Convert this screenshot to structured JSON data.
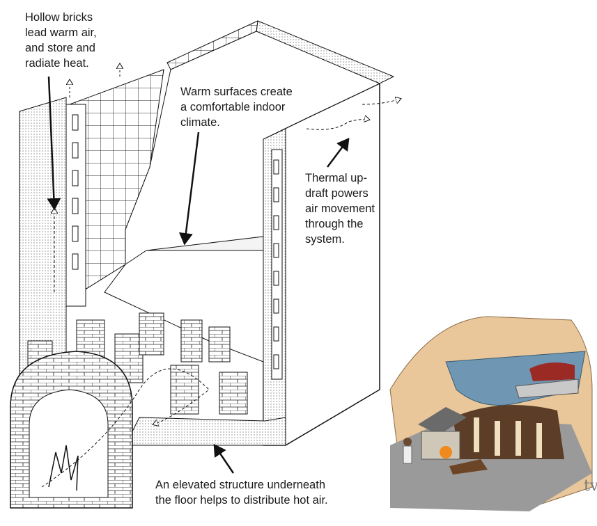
{
  "labels": {
    "hollow_bricks": "Hollow bricks\nlead warm air,\nand store and\nradiate heat.",
    "warm_surfaces": "Warm surfaces create\na comfortable indoor\nclimate.",
    "thermal_updraft": "Thermal up-\ndraft powers\nair movement\nthrough the\nsystem.",
    "elevated_structure": "An elevated structure underneath\nthe floor helps to distribute hot air."
  },
  "watermark": "tv",
  "colors": {
    "line": "#1a1a1a",
    "stipple": "#e8e8e8",
    "inset_wall": "#e9c79a",
    "inset_pool": "#6f97b3",
    "inset_floor": "#9a9a9a",
    "fire": "#f08a1c"
  }
}
